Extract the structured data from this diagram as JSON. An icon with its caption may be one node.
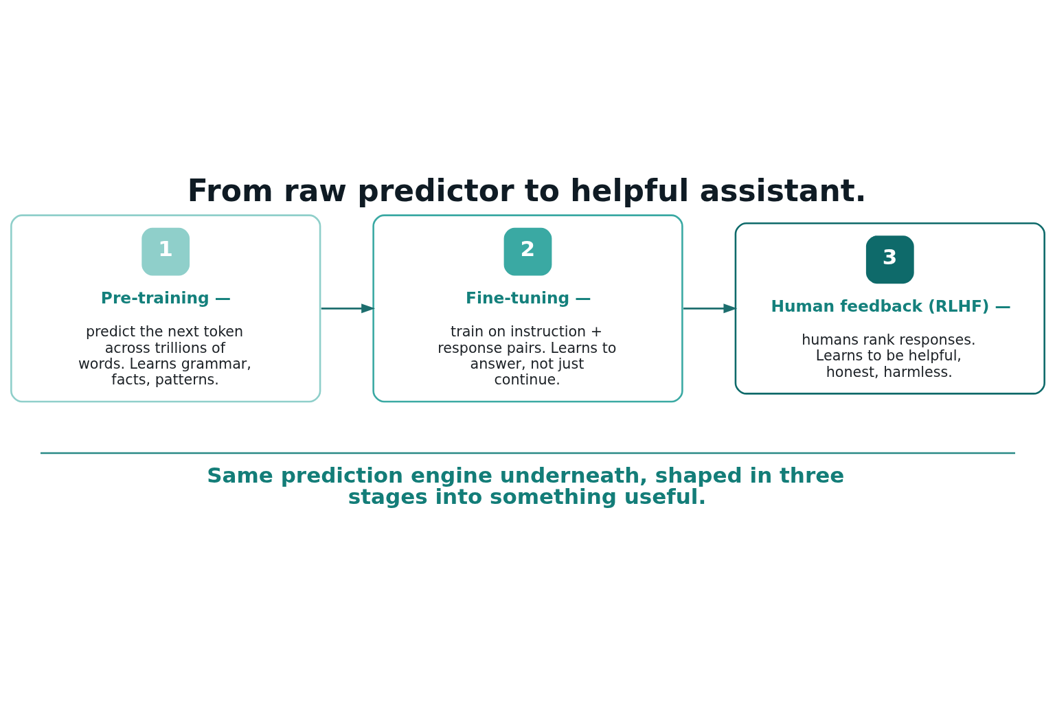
{
  "diagram": {
    "title": "From raw predictor to helpful assistant.",
    "caption": "Same prediction engine underneath, shaped in three stages into something useful.",
    "nodes": [
      {
        "text": [
          "1",
          "Pre-training —",
          "predict the next token across trillions of words. Learns grammar, facts, patterns."
        ]
      },
      {
        "text": [
          "2",
          "Fine-tuning —",
          "train on instruction + response pairs. Learns to answer, not just continue."
        ]
      },
      {
        "text": [
          "3",
          "Human feedback (RLHF) —",
          "humans rank responses. Learns to be helpful, honest, harmless."
        ]
      }
    ],
    "edges": [
      {
        "from": 0,
        "to": 1,
        "arrow": "to"
      },
      {
        "from": 1,
        "to": 2,
        "arrow": "to"
      }
    ]
  }
}
